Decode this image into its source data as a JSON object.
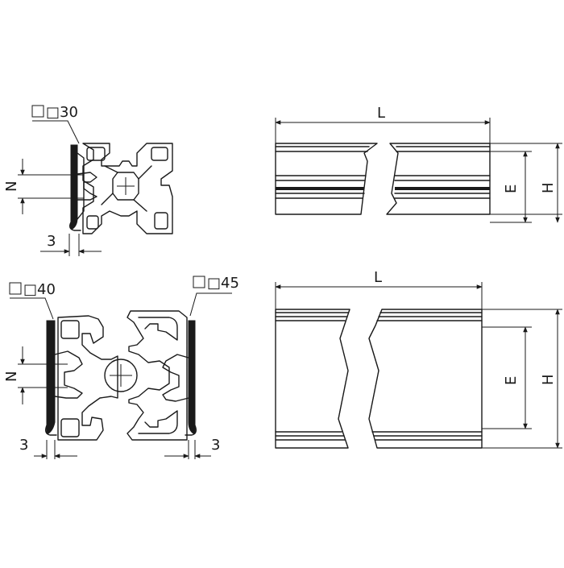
{
  "labels": {
    "top_profile_size": "□30",
    "bottom_left_profile_size": "□40",
    "bottom_right_profile_size": "□45",
    "top_groove_width": "N",
    "top_strip_thickness": "3",
    "bottom_groove_width": "N",
    "bottom_left_strip_thickness": "3",
    "bottom_right_strip_thickness": "3",
    "top_length": "L",
    "top_visible_width": "E",
    "top_height": "H",
    "bottom_length": "L",
    "bottom_visible_width": "E",
    "bottom_height": "H"
  },
  "colors": {
    "line": "#1a1a1a",
    "background": "#ffffff"
  }
}
